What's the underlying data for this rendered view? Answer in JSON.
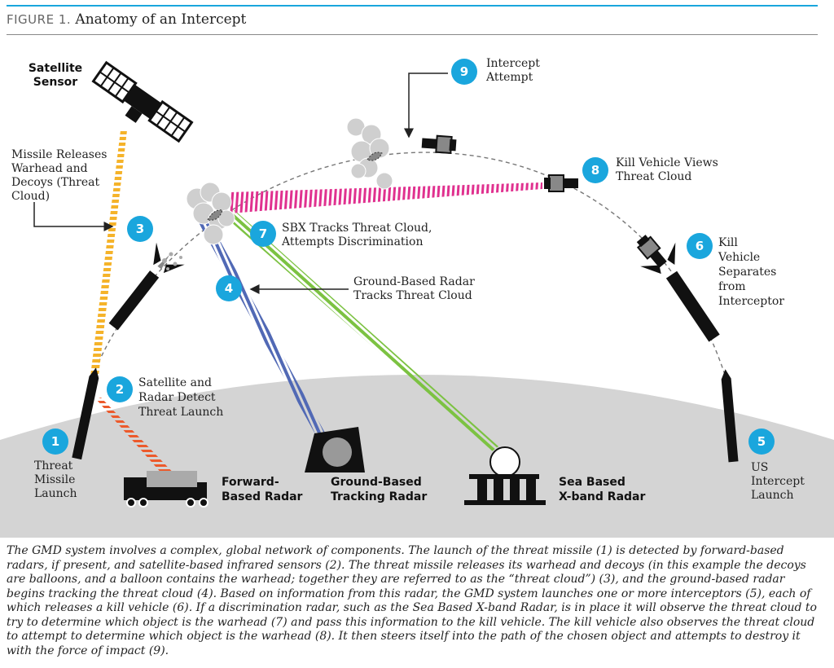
{
  "figure": {
    "label": "FIGURE 1.",
    "title": "Anatomy of an Intercept",
    "accent_color": "#1aa6dd"
  },
  "labels": {
    "satellite_sensor": [
      "Satellite",
      "Sensor"
    ],
    "missile_releases": [
      "Missile Releases",
      "Warhead and",
      "Decoys (Threat",
      "Cloud)"
    ],
    "threat_missile_launch": [
      "Threat",
      "Missile",
      "Launch"
    ],
    "satellite_radar_detect": [
      "Satellite and",
      "Radar Detect",
      "Threat Launch"
    ],
    "forward_based_radar": [
      "Forward-",
      "Based Radar"
    ],
    "ground_based_tracking_radar": [
      "Ground-Based",
      "Tracking Radar"
    ],
    "sea_based_xband_radar": [
      "Sea Based",
      "X-band Radar"
    ],
    "us_intercept_launch": [
      "US",
      "Intercept",
      "Launch"
    ],
    "kill_vehicle_separates": [
      "Kill",
      "Vehicle",
      "Separates",
      "from",
      "Interceptor"
    ],
    "kill_vehicle_views": [
      "Kill Vehicle Views",
      "Threat Cloud"
    ],
    "intercept_attempt": [
      "Intercept",
      "Attempt"
    ],
    "sbx_tracks": [
      "SBX Tracks Threat Cloud,",
      "Attempts Discrimination"
    ],
    "gbr_tracks": [
      "Ground-Based Radar",
      "Tracks Threat Cloud"
    ]
  },
  "steps": [
    "1",
    "2",
    "3",
    "4",
    "5",
    "6",
    "7",
    "8",
    "9"
  ],
  "beam_colors": {
    "satellite": "#f5b32a",
    "forward_radar": "#ec5a2c",
    "ground_radar": "#5169b5",
    "sbx": "#7cc242",
    "kill_vehicle": "#e0318f"
  },
  "caption": "The GMD system involves a complex, global network of components. The launch of the threat missile (1) is detected by forward-based radars, if present, and satellite-based infrared sensors (2). The threat missile releases its warhead and decoys (in this example the decoys are balloons, and a balloon contains the warhead; together they are referred to as the “threat cloud”) (3), and the ground-based radar begins tracking the threat cloud (4). Based on information from this radar, the GMD system launches one or more interceptors (5), each of which releases a kill vehicle (6). If a discrimination radar, such as the Sea Based X-band Radar, is in place it will observe the threat cloud to try to determine which object is the warhead (7) and pass this information to the kill vehicle. The kill vehicle also observes the threat cloud to attempt to determine which object is the warhead (8). It then steers itself into the path of the chosen object and attempts to destroy it with the force of impact (9)."
}
